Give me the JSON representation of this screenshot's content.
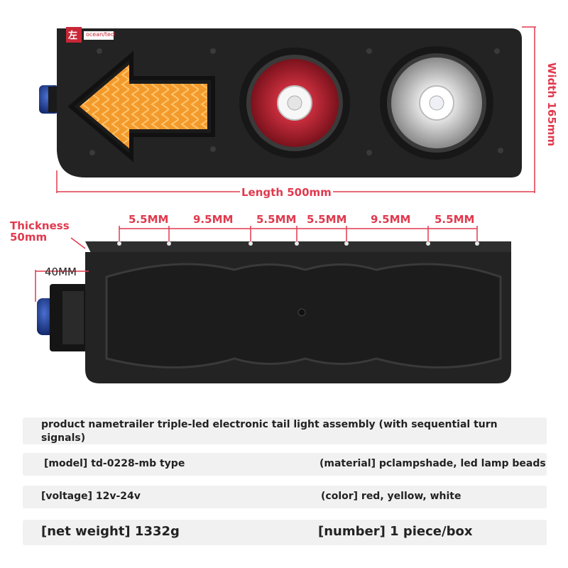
{
  "product_image": {
    "side_badge": "左",
    "brand_sticker": "ocean/tecl",
    "dims": {
      "length": "Length 500mm",
      "width": "Width 165mm",
      "thickness": "Thickness 50mm",
      "connector": "40MM",
      "spacings": [
        "5.5MM",
        "9.5MM",
        "5.5MM",
        "5.5MM",
        "9.5MM",
        "5.5MM"
      ]
    },
    "colors": {
      "dimension": "#e03a4e",
      "housing": "#232323",
      "amber": "#f39a2c",
      "red_lens": "#c81e2a",
      "connector_blue": "#1e3f9b"
    }
  },
  "specs": {
    "product_name": "product nametrailer triple-led electronic tail light assembly (with sequential turn",
    "product_name_cont": "signals)",
    "model": "[model] td-0228-mb type",
    "material": "(material] pclampshade, led lamp beads",
    "voltage": "[voltage] 12v-24v",
    "color": "(color] red, yellow, white",
    "net_weight": "[net weight] 1332g",
    "number": "[number] 1 piece/box"
  }
}
